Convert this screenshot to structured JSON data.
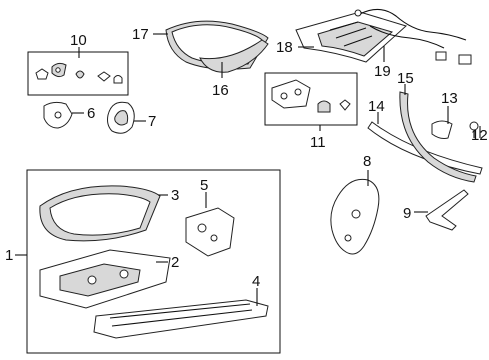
{
  "diagram": {
    "type": "exploded parts diagram",
    "callouts": {
      "c1": "1",
      "c2": "2",
      "c3": "3",
      "c4": "4",
      "c5": "5",
      "c6": "6",
      "c7": "7",
      "c8": "8",
      "c9": "9",
      "c10": "10",
      "c11": "11",
      "c12": "12",
      "c13": "13",
      "c14": "14",
      "c15": "15",
      "c16": "16",
      "c17": "17",
      "c18": "18",
      "c19": "19"
    }
  }
}
